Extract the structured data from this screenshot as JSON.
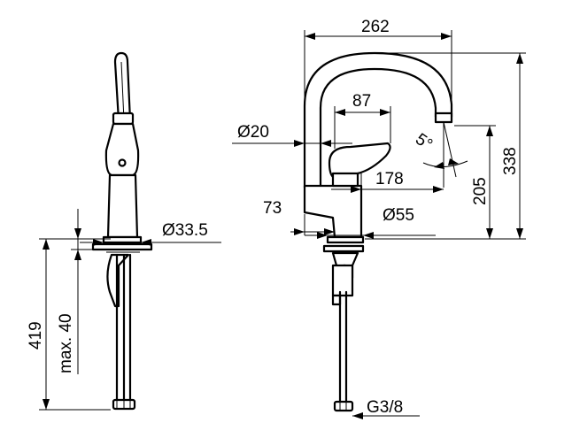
{
  "dimensions": {
    "width_262": "262",
    "spout_87": "87",
    "diam_20": "Ø20",
    "angle_5": "5°",
    "height_338": "338",
    "reach_178": "178",
    "height_205": "205",
    "offset_73": "73",
    "diam_55": "Ø55",
    "diam_33_5": "Ø33.5",
    "height_419": "419",
    "max_40": "max. 40",
    "thread_g38": "G3/8"
  }
}
